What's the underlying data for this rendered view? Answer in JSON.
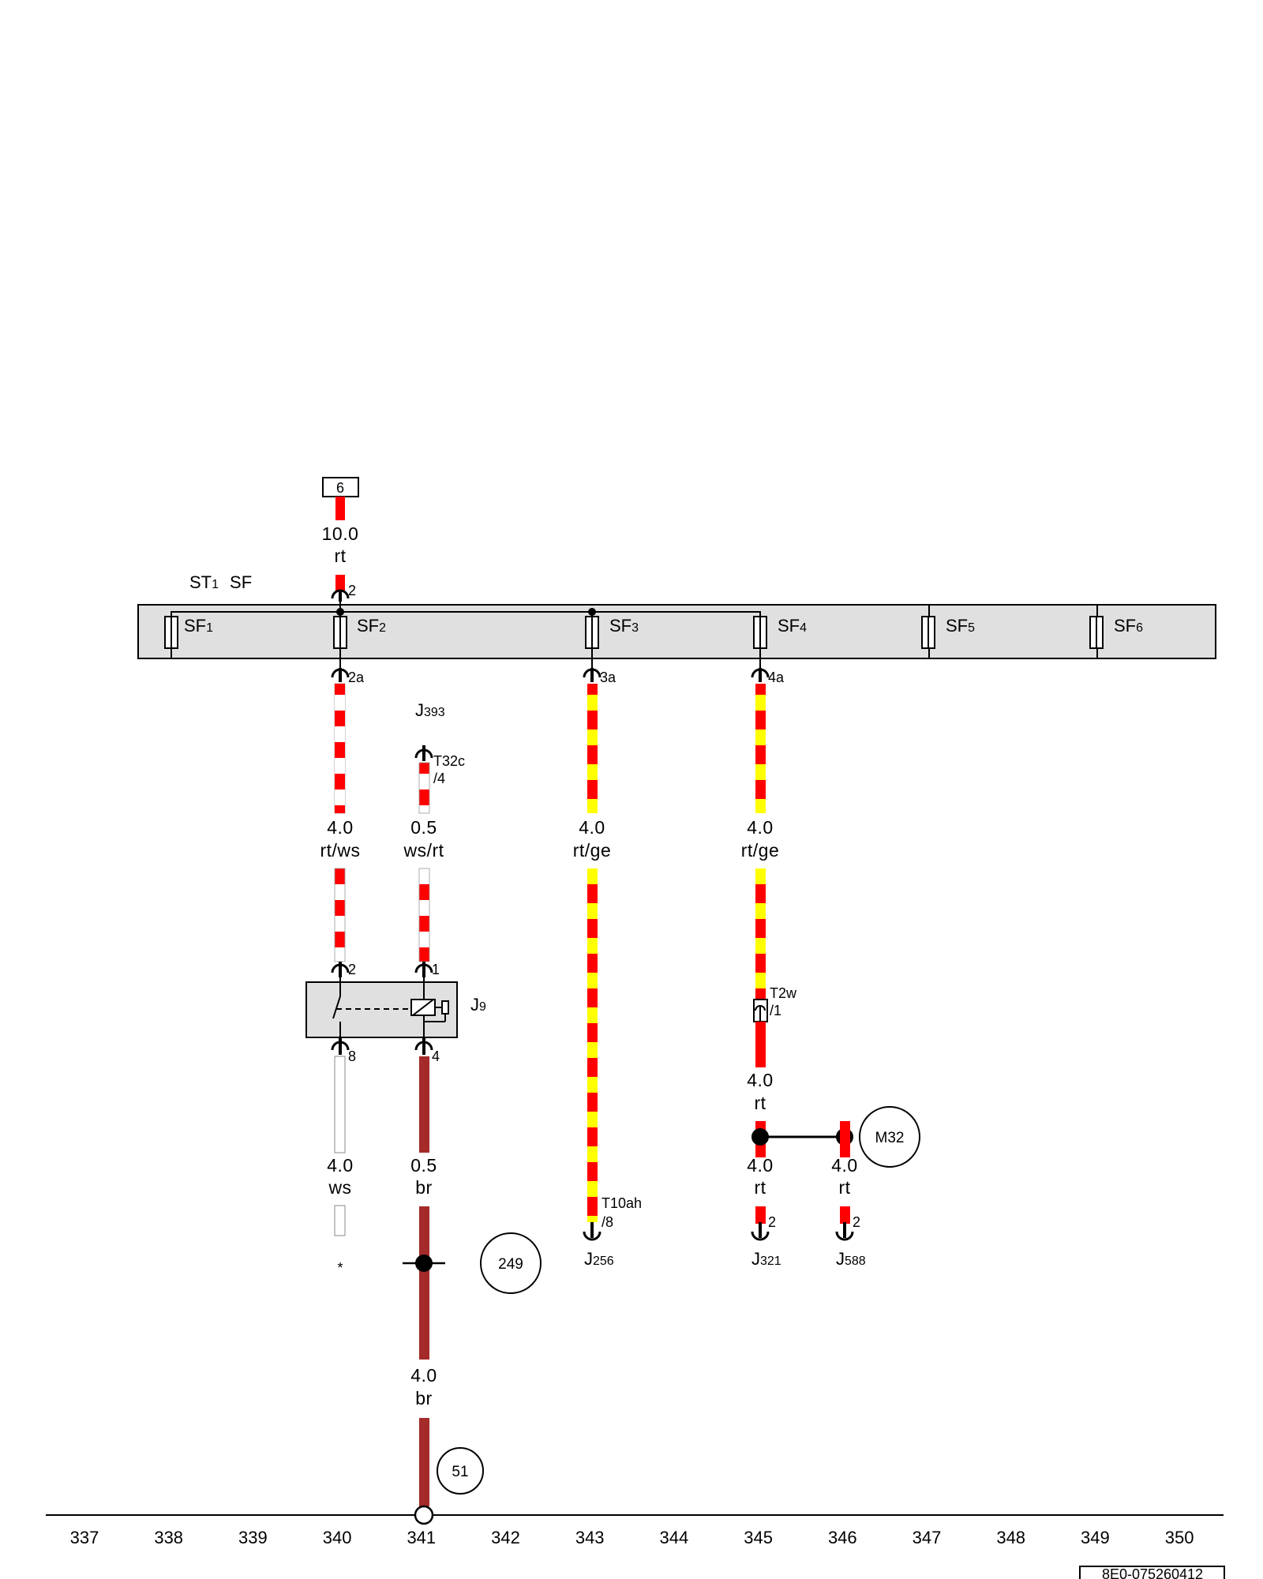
{
  "connector_top": "6",
  "fuse_block": {
    "title": "ST",
    "title_sub": "1",
    "title_suffix": "SF"
  },
  "fuses": [
    {
      "name": "SF",
      "sub": "1"
    },
    {
      "name": "SF",
      "sub": "2"
    },
    {
      "name": "SF",
      "sub": "3"
    },
    {
      "name": "SF",
      "sub": "4"
    },
    {
      "name": "SF",
      "sub": "5"
    },
    {
      "name": "SF",
      "sub": "6"
    }
  ],
  "wires": {
    "supply": {
      "size": "10.0",
      "color": "rt"
    },
    "sf2_out": {
      "size": "4.0",
      "color": "rt/ws"
    },
    "j393_out": {
      "size": "0.5",
      "color": "ws/rt"
    },
    "sf3_out": {
      "size": "4.0",
      "color": "rt/ge"
    },
    "sf4_out": {
      "size": "4.0",
      "color": "rt/ge"
    },
    "j9_pin8": {
      "size": "4.0",
      "color": "ws"
    },
    "j9_pin4": {
      "size": "0.5",
      "color": "br"
    },
    "ground_main": {
      "size": "4.0",
      "color": "br"
    },
    "t2w_out": {
      "size": "4.0",
      "color": "rt"
    },
    "j321_feed": {
      "size": "4.0",
      "color": "rt"
    },
    "j588_feed": {
      "size": "4.0",
      "color": "rt"
    }
  },
  "pins": {
    "sf_in": "2",
    "sf2_out": "2a",
    "sf3_out": "3a",
    "sf4_out": "4a",
    "t32c": "T32c",
    "t32c_pin": "/4",
    "j9_in_left": "2",
    "j9_in_right": "1",
    "j9_out_left": "8",
    "j9_out_right": "4",
    "t2w": "T2w",
    "t2w_pin": "/1",
    "t10ah": "T10ah",
    "t10ah_pin": "/8",
    "j321_pin": "2",
    "j588_pin": "2"
  },
  "components": {
    "j393": {
      "name": "J",
      "sub": "393"
    },
    "j9": {
      "name": "J",
      "sub": "9"
    },
    "j256": {
      "name": "J",
      "sub": "256"
    },
    "j321": {
      "name": "J",
      "sub": "321"
    },
    "j588": {
      "name": "J",
      "sub": "588"
    }
  },
  "circles": {
    "splice_249": "249",
    "ground_51": "51",
    "m32": "M32"
  },
  "note_star": "*",
  "columns": [
    "337",
    "338",
    "339",
    "340",
    "341",
    "342",
    "343",
    "344",
    "345",
    "346",
    "347",
    "348",
    "349",
    "350"
  ],
  "doc_ref": "8E0-075260412",
  "colors": {
    "red": "#ff0000",
    "yellow": "#ffff00",
    "white": "#ffffff",
    "brown": "#a52a2a",
    "block_fill": "#e0e0e0"
  }
}
